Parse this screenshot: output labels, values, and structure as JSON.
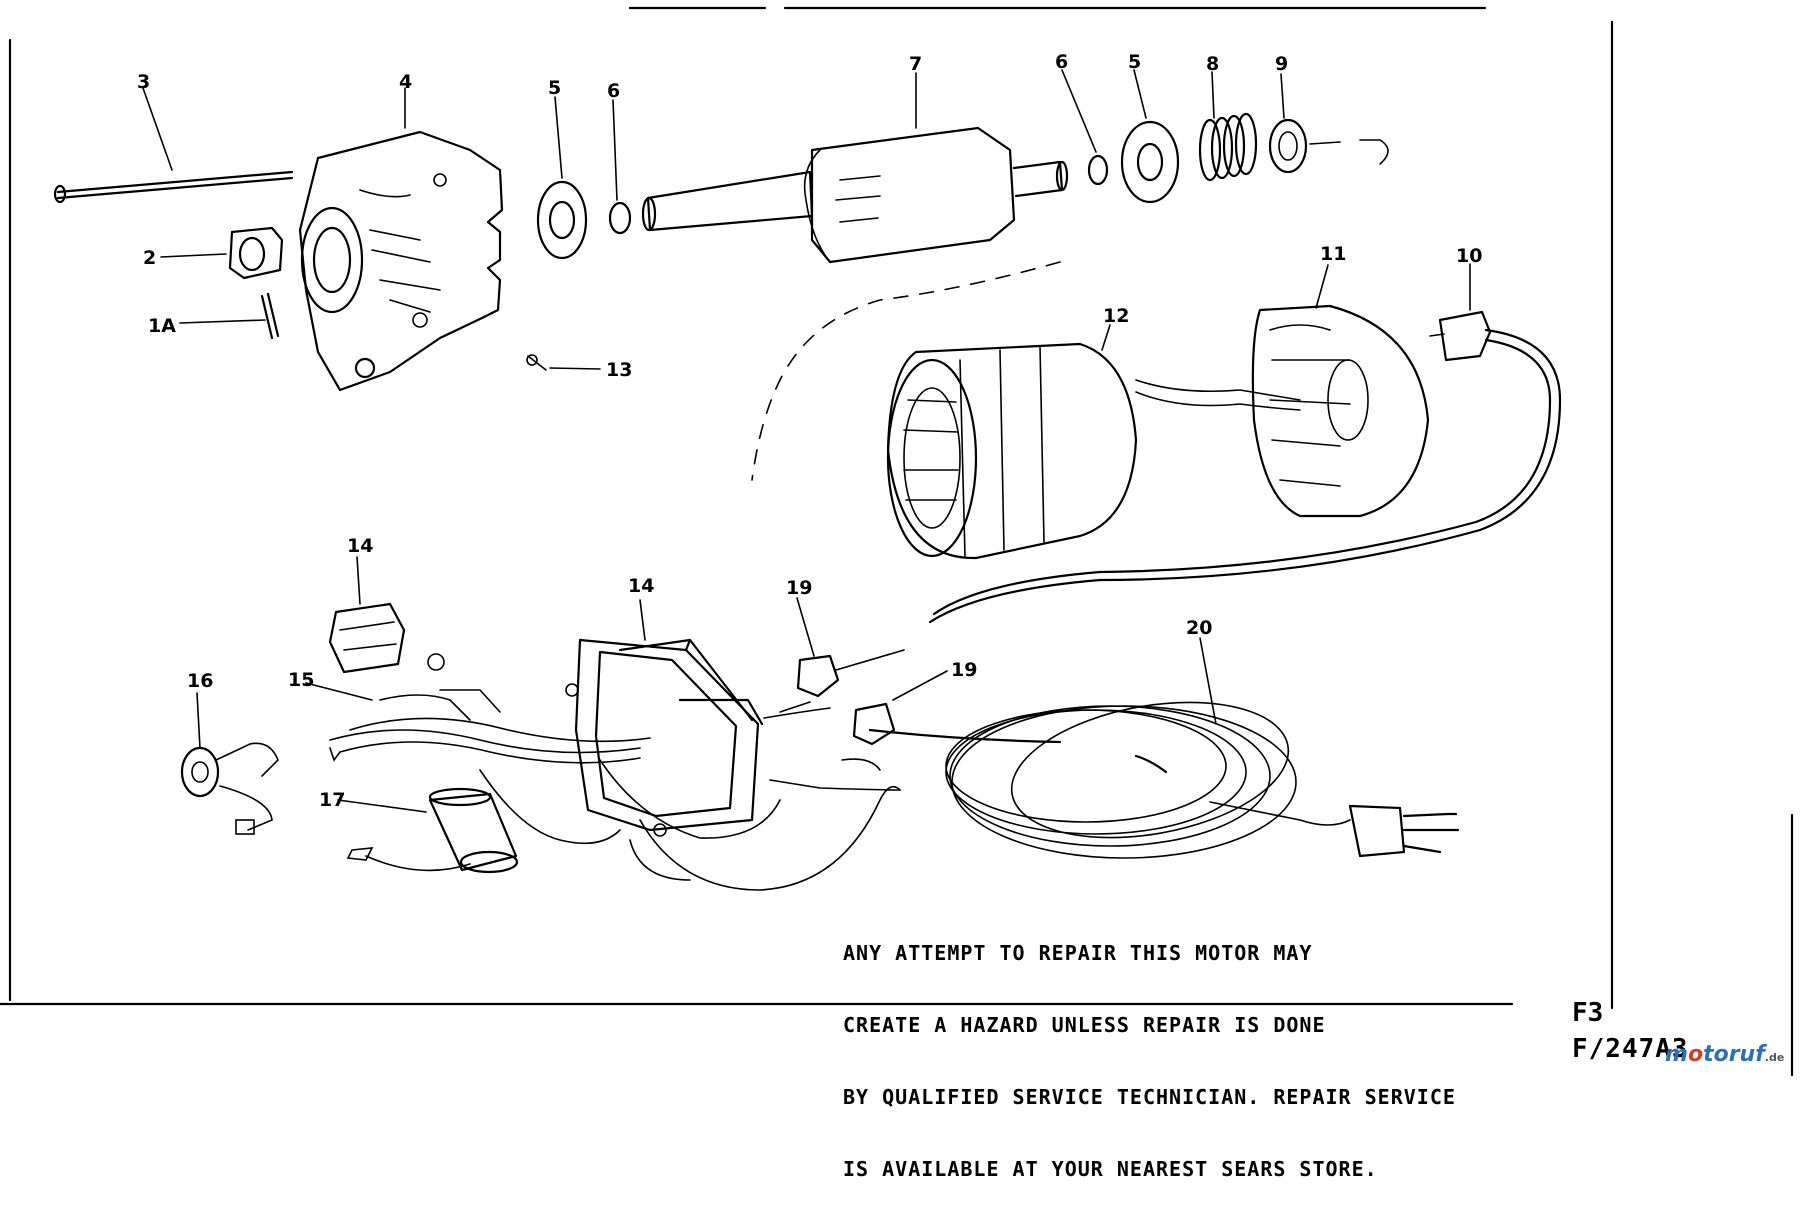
{
  "callouts": {
    "c1": "1A",
    "c2": "2",
    "c3": "3",
    "c4": "4",
    "c5": "5",
    "c6a": "6",
    "c7": "7",
    "c6b": "6",
    "c5b": "5",
    "c8": "8",
    "c9": "9",
    "c10": "10",
    "c11": "11",
    "c12": "12",
    "c13": "13",
    "c14a": "14",
    "c14b": "14",
    "c15": "15",
    "c16": "16",
    "c17": "17",
    "c19a": "19",
    "c19b": "19",
    "c20": "20"
  },
  "warning": {
    "line1": "ANY ATTEMPT TO REPAIR THIS MOTOR MAY",
    "line2": "CREATE A HAZARD UNLESS REPAIR IS DONE",
    "line3": "BY QUALIFIED SERVICE TECHNICIAN. REPAIR SERVICE",
    "line4": "IS AVAILABLE AT YOUR NEAREST SEARS STORE."
  },
  "figure_code": "F3",
  "drawing_number": "F/247A3",
  "watermark": {
    "brand_pre": "m",
    "brand_o": "o",
    "brand_post": "toruf",
    "tld": ".de"
  },
  "colors": {
    "ink": "#000000",
    "paper": "#ffffff",
    "watermark_blue": "#2b6fb6",
    "watermark_red": "#d63a2a"
  }
}
